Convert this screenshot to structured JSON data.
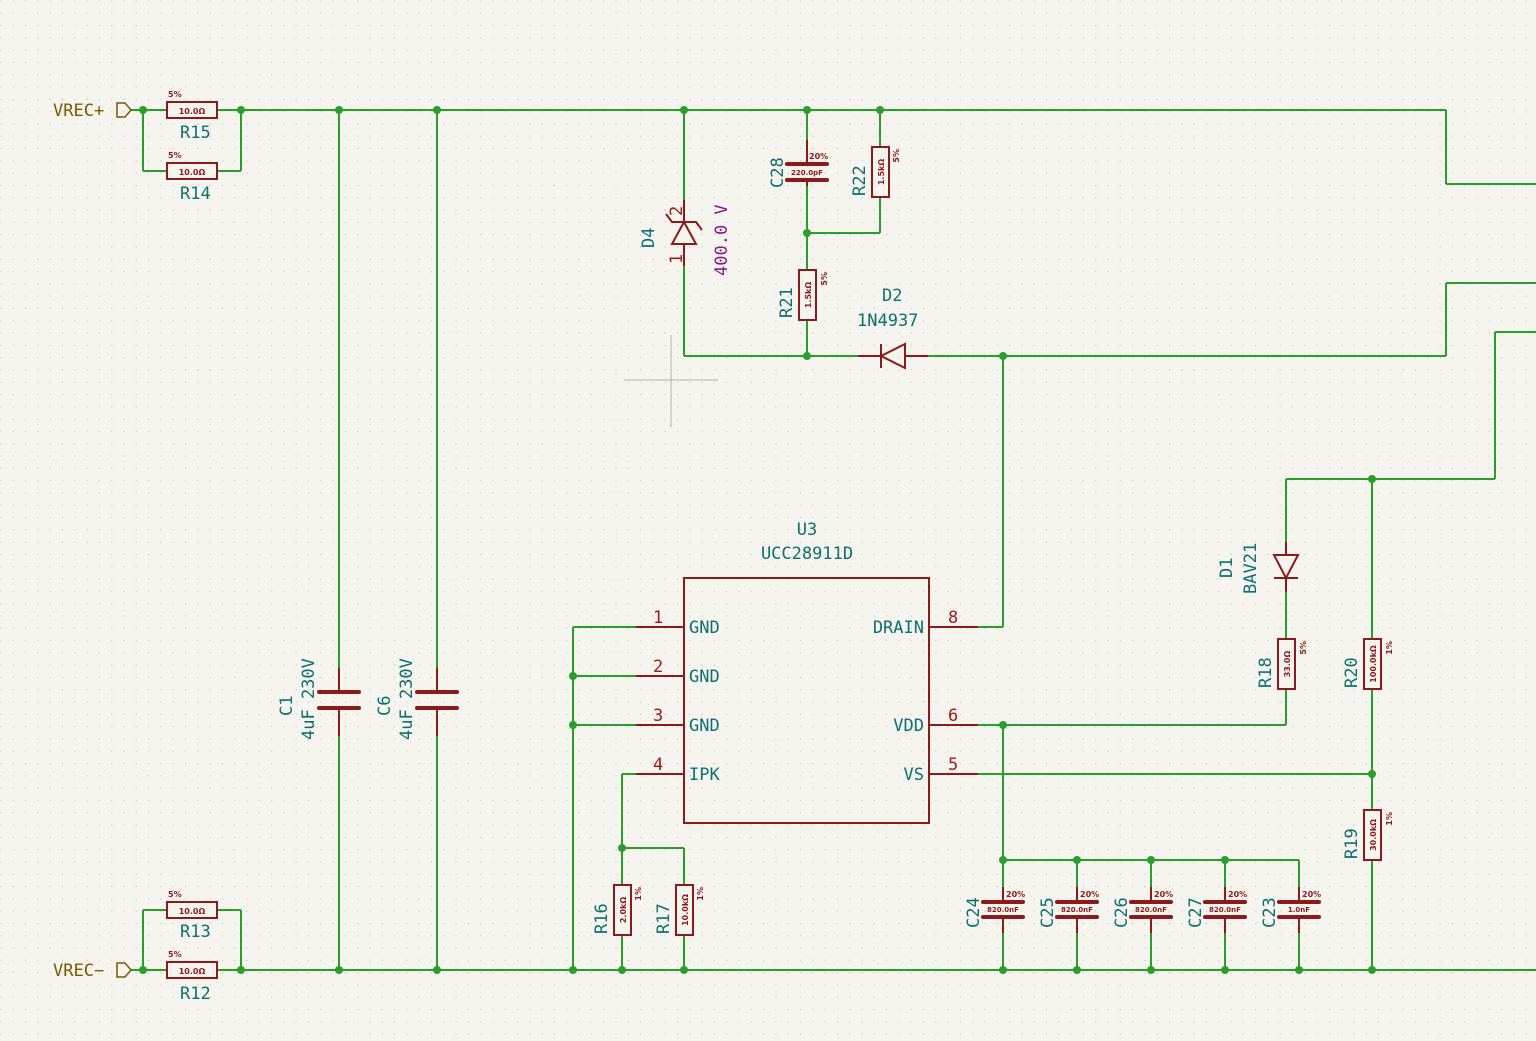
{
  "ports": {
    "vrec_plus": "VREC+",
    "vrec_minus": "VREC−"
  },
  "resistors": {
    "R15": {
      "ref": "R15",
      "value": "10.0Ω",
      "tol": "5%"
    },
    "R14": {
      "ref": "R14",
      "value": "10.0Ω",
      "tol": "5%"
    },
    "R13": {
      "ref": "R13",
      "value": "10.0Ω",
      "tol": "5%"
    },
    "R12": {
      "ref": "R12",
      "value": "10.0Ω",
      "tol": "5%"
    },
    "R22": {
      "ref": "R22",
      "value": "1.5kΩ",
      "tol": "5%"
    },
    "R21": {
      "ref": "R21",
      "value": "1.5kΩ",
      "tol": "5%"
    },
    "R16": {
      "ref": "R16",
      "value": "2.0kΩ",
      "tol": "1%"
    },
    "R17": {
      "ref": "R17",
      "value": "10.0kΩ",
      "tol": "1%"
    },
    "R18": {
      "ref": "R18",
      "value": "33.0Ω",
      "tol": "5%"
    },
    "R20": {
      "ref": "R20",
      "value": "100.0kΩ",
      "tol": "1%"
    },
    "R19": {
      "ref": "R19",
      "value": "30.0kΩ",
      "tol": "1%"
    }
  },
  "capacitors": {
    "C1": {
      "ref": "C1",
      "value": "4uF 230V"
    },
    "C6": {
      "ref": "C6",
      "value": "4uF 230V"
    },
    "C28": {
      "ref": "C28",
      "value": "220.0pF",
      "tol": "20%"
    },
    "C24": {
      "ref": "C24",
      "value": "820.0nF",
      "tol": "20%"
    },
    "C25": {
      "ref": "C25",
      "value": "820.0nF",
      "tol": "20%"
    },
    "C26": {
      "ref": "C26",
      "value": "820.0nF",
      "tol": "20%"
    },
    "C27": {
      "ref": "C27",
      "value": "820.0nF",
      "tol": "20%"
    },
    "C23": {
      "ref": "C23",
      "value": "1.0nF",
      "tol": "20%"
    }
  },
  "diodes": {
    "D4": {
      "ref": "D4",
      "value": "400.0 V",
      "pin1": "1",
      "pin2": "2"
    },
    "D2": {
      "ref": "D2",
      "value": "1N4937"
    },
    "D1": {
      "ref": "D1",
      "value": "BAV21"
    }
  },
  "ic": {
    "ref": "U3",
    "value": "UCC28911D",
    "pins": [
      {
        "num": "1",
        "name": "GND"
      },
      {
        "num": "2",
        "name": "GND"
      },
      {
        "num": "3",
        "name": "GND"
      },
      {
        "num": "4",
        "name": "IPK"
      },
      {
        "num": "8",
        "name": "DRAIN"
      },
      {
        "num": "6",
        "name": "VDD"
      },
      {
        "num": "5",
        "name": "VS"
      }
    ]
  }
}
